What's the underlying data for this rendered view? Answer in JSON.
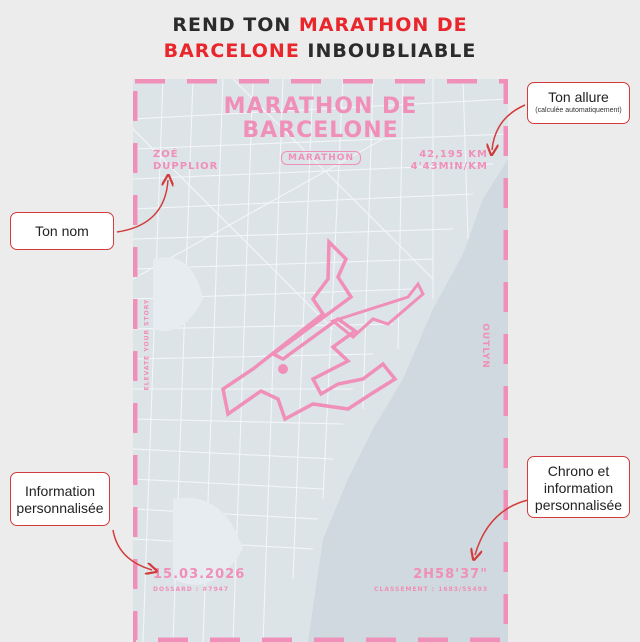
{
  "headline": {
    "part1": "REND TON ",
    "part2": "MARATHON DE",
    "part3": "BARCELONE",
    "part4": " INBOUBLIABLE"
  },
  "poster": {
    "title_line1": "MARATHON DE",
    "title_line2": "BARCELONE",
    "runner_first": "ZOÉ",
    "runner_last": "DUPPLIOR",
    "badge": "MARATHON",
    "distance": "42,195 KM",
    "pace": "4'43MIN/KM",
    "side_left": "ELEVATE YOUR STORY",
    "side_right": "OUTLYN",
    "date": "15.03.2026",
    "dossard": "DOSSARD : #7947",
    "chrono": "2H58'37\"",
    "classement": "CLASSEMENT : 1683/55493"
  },
  "callouts": {
    "nom": "Ton nom",
    "allure": "Ton allure",
    "allure_sub": "(calculée automatiquement)",
    "info_line1": "Information",
    "info_line2": "personnalisée",
    "chrono_line1": "Chrono et",
    "chrono_line2": "information",
    "chrono_line3": "personnalisée"
  },
  "colors": {
    "accent_red": "#e8262b",
    "route_pink": "#f08fb8",
    "map_bg": "#dde4e8",
    "sea": "#cfd9df",
    "arrow_red": "#d23c3c"
  }
}
